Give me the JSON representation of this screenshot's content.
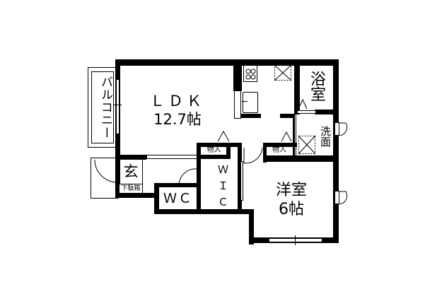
{
  "floorplan": {
    "rooms": {
      "ldk": {
        "name": "ＬＤＫ",
        "size": "12.7帖"
      },
      "balcony": {
        "name": "バルコニー"
      },
      "bath": {
        "name": "浴室"
      },
      "washroom": {
        "name": "洗面"
      },
      "entrance": {
        "name": "玄",
        "shoe_box": "下駄箱"
      },
      "wc": {
        "name": "ＷＣ"
      },
      "wic": {
        "name": "ＷＩＣ"
      },
      "western_room": {
        "name": "洋室",
        "size": "6帖"
      },
      "storage_left": {
        "name": "物入"
      },
      "storage_right": {
        "name": "物入"
      }
    }
  }
}
